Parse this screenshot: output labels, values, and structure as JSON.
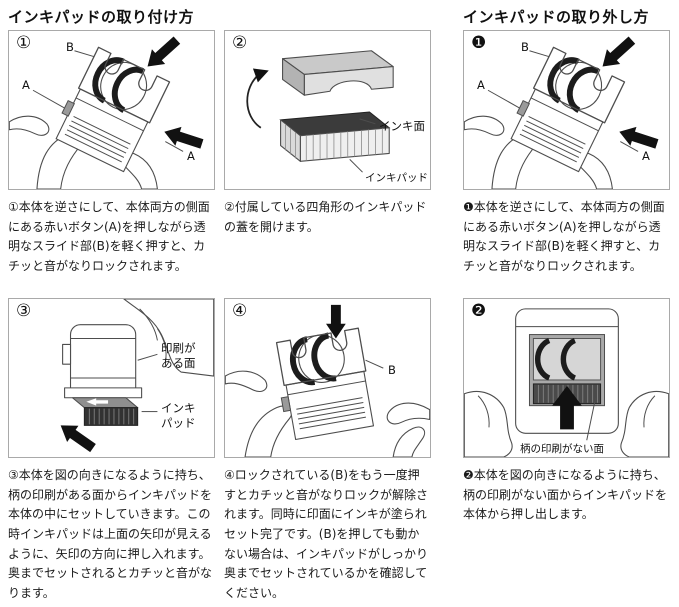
{
  "attach": {
    "title": "インキパッドの取り付け方",
    "steps": [
      {
        "num": "①",
        "caption": "①本体を逆さにして、本体両方の側面にある赤いボタン(A)を押しながら透明なスライド部(B)を軽く押すと、カチッと音がなりロックされます。",
        "labels": {
          "b": "B",
          "a_left": "A",
          "a_right": "A"
        }
      },
      {
        "num": "②",
        "caption": "②付属している四角形のインキパッドの蓋を開けます。",
        "labels": {
          "ink_surface": "インキ面",
          "ink_pad": "インキパッド"
        }
      },
      {
        "num": "③",
        "caption": "③本体を図の向きになるように持ち、柄の印刷がある面からインキパッドを本体の中にセットしていきます。この時インキパッドは上面の矢印が見えるように、矢印の方向に押し入れます。奥までセットされるとカチッと音がなります。",
        "labels": {
          "printed_side": "印刷がある面",
          "ink_pad": "インキパッド"
        }
      },
      {
        "num": "④",
        "caption": "④ロックされている(B)をもう一度押すとカチッと音がなりロックが解除されます。同時に印面にインキが塗られセット完了です。(B)を押しても動かない場合は、インキパッドがしっかり奥までセットされているかを確認してください。",
        "labels": {
          "b": "B"
        }
      }
    ]
  },
  "detach": {
    "title": "インキパッドの取り外し方",
    "steps": [
      {
        "num": "❶",
        "caption": "❶本体を逆さにして、本体両方の側面にある赤いボタン(A)を押しながら透明なスライド部(B)を軽く押すと、カチッと音がなりロックされます。",
        "labels": {
          "b": "B",
          "a_left": "A",
          "a_right": "A"
        }
      },
      {
        "num": "❷",
        "caption": "❷本体を図の向きになるように持ち、柄の印刷がない面からインキパッドを本体から押し出します。",
        "labels": {
          "unprinted_side": "柄の印刷がない面"
        }
      }
    ]
  },
  "colors": {
    "line": "#4d4d4d",
    "ink_dark": "#3b3b3b",
    "arrow": "#111111"
  }
}
